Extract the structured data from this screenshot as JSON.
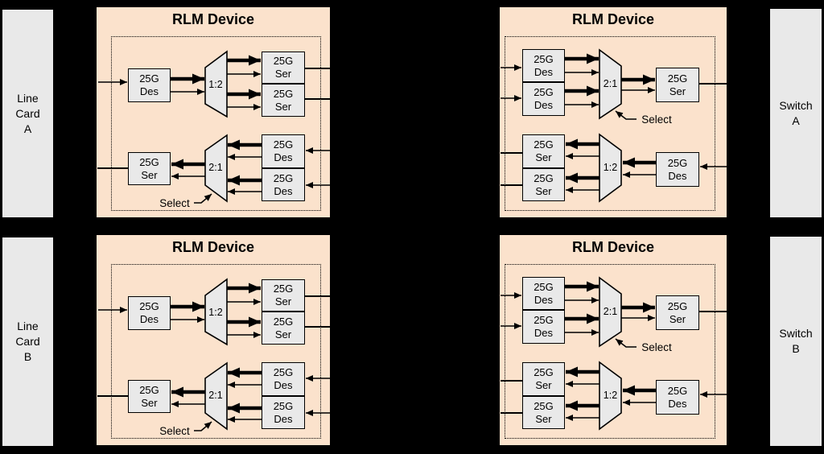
{
  "page": {
    "background": "#000000"
  },
  "colors": {
    "device_fill": "#fbe2cc",
    "panel_fill": "#e9e9e9",
    "block_fill": "#e9e9e9",
    "outline": "#000000"
  },
  "panels": {
    "line_card_a": {
      "label": "Line\nCard\nA"
    },
    "line_card_b": {
      "label": "Line\nCard\nB"
    },
    "switch_a": {
      "label": "Switch\nA"
    },
    "switch_b": {
      "label": "Switch\nB"
    }
  },
  "devices": {
    "top_left": {
      "title": "RLM Device",
      "top_lane": {
        "des": "25G\nDes",
        "mux": "1:2",
        "ser_top": "25G\nSer",
        "ser_bottom": "25G\nSer"
      },
      "bottom_lane": {
        "ser": "25G\nSer",
        "mux": "2:1",
        "des_top": "25G\nDes",
        "des_bottom": "25G\nDes",
        "select": "Select"
      }
    },
    "top_right": {
      "title": "RLM Device",
      "top_lane": {
        "des_top": "25G\nDes",
        "des_bottom": "25G\nDes",
        "mux": "2:1",
        "ser": "25G\nSer",
        "select": "Select"
      },
      "bottom_lane": {
        "ser_top": "25G\nSer",
        "ser_bottom": "25G\nSer",
        "mux": "1:2",
        "des": "25G\nDes"
      }
    },
    "bottom_left": {
      "title": "RLM Device",
      "top_lane": {
        "des": "25G\nDes",
        "mux": "1:2",
        "ser_top": "25G\nSer",
        "ser_bottom": "25G\nSer"
      },
      "bottom_lane": {
        "ser": "25G\nSer",
        "mux": "2:1",
        "des_top": "25G\nDes",
        "des_bottom": "25G\nDes",
        "select": "Select"
      }
    },
    "bottom_right": {
      "title": "RLM Device",
      "top_lane": {
        "des_top": "25G\nDes",
        "des_bottom": "25G\nDes",
        "mux": "2:1",
        "ser": "25G\nSer",
        "select": "Select"
      },
      "bottom_lane": {
        "ser_top": "25G\nSer",
        "ser_bottom": "25G\nSer",
        "mux": "1:2",
        "des": "25G\nDes"
      }
    }
  }
}
